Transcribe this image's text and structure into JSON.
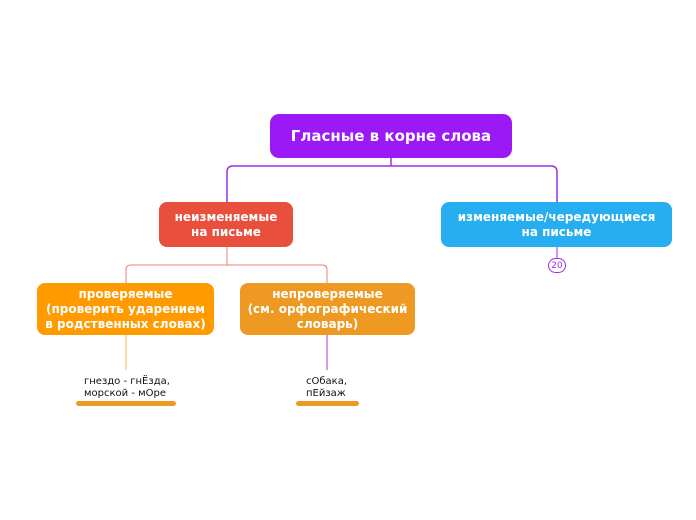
{
  "colors": {
    "root": "#9b19f5",
    "root_links": "#9b30e8",
    "red_node": "#e84f3d",
    "red_links": "#e9806f",
    "blue_node": "#27aef0",
    "orange1": "#ff9a00",
    "orange2": "#ee9a22",
    "orange_link": "#ffb84d",
    "purple_link": "#b03ad6",
    "underbar": "#ee9a22"
  },
  "root": {
    "title": "Гласные в корне слова"
  },
  "left": {
    "line1": "неизменяемые",
    "line2": "на письме"
  },
  "right": {
    "line1": "изменяемые/чередующиеся",
    "line2": "на письме",
    "badge": "20"
  },
  "left_left": {
    "line1": "проверяемые",
    "line2": "(проверить ударением",
    "line3": "в родственных словах)"
  },
  "left_right": {
    "line1": "непроверяемые",
    "line2": "(см. орфографический",
    "line3": "словарь)"
  },
  "leaf1": {
    "line1": "гнездо - гнЁзда,",
    "line2": "морской - мОре"
  },
  "leaf2": {
    "line1": "сОбака,",
    "line2": "пЕйзаж"
  }
}
